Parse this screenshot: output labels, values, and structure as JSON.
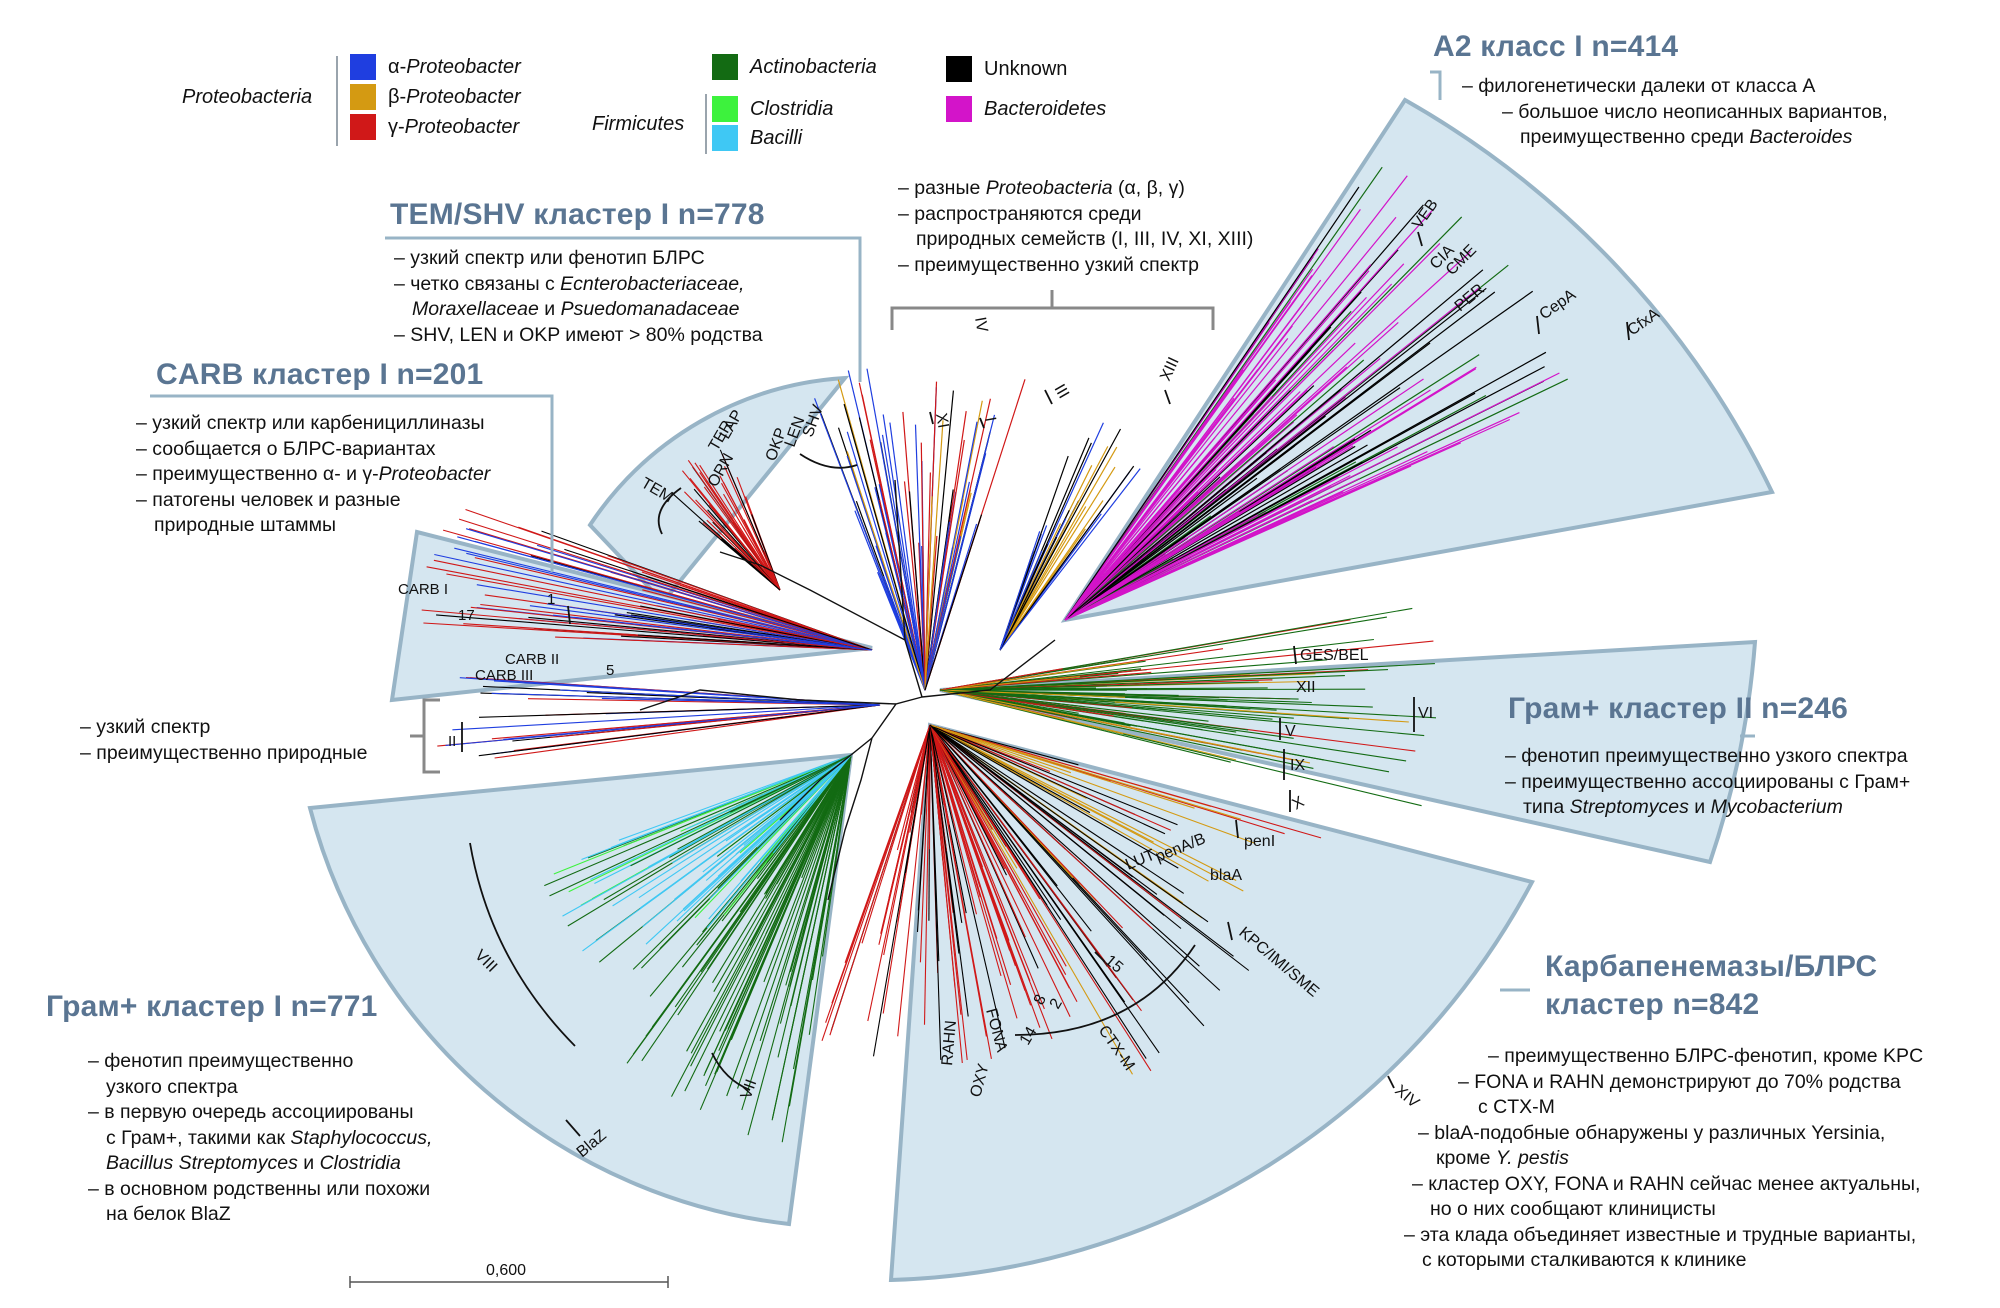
{
  "legend": {
    "groups": {
      "proteobacteria": "Proteobacteria",
      "firmicutes": "Firmicutes"
    },
    "items": [
      {
        "prefix": "α-",
        "label": "Proteobacter",
        "color": "#1f3ee0"
      },
      {
        "prefix": "β-",
        "label": "Proteobacter",
        "color": "#d49a12"
      },
      {
        "prefix": "γ-",
        "label": "Proteobacter",
        "color": "#d01818"
      },
      {
        "prefix": "",
        "label": "Actinobacteria",
        "color": "#136b13"
      },
      {
        "prefix": "",
        "label": "Clostridia",
        "color": "#3df23d"
      },
      {
        "prefix": "",
        "label": "Bacilli",
        "color": "#3fc8f4"
      },
      {
        "prefix": "",
        "label": "Unknown",
        "color": "#000000"
      },
      {
        "prefix": "",
        "label": "Bacteroidetes",
        "color": "#d314c9"
      }
    ]
  },
  "clusters": {
    "a2": {
      "title": "A2 класс I n=414",
      "notes": [
        "– филогенетически далеки от класса A",
        "– большое число неописанных вариантов,",
        "преимущественно среди Bacteroides"
      ]
    },
    "tem_shv": {
      "title": "TEM/SHV кластер I n=778",
      "notes": [
        "– узкий спектр или фенотип БЛРС",
        "– четко связаны с Ecnterobacteriaceae,",
        "Moraxellaceae и Psuedomanadaceae",
        "– SHV, LEN и OKP имеют > 80% родства"
      ]
    },
    "carb": {
      "title": "CARB кластер I n=201",
      "notes": [
        "– узкий спектр или карбенициллиназы",
        "– сообщается о БЛРС-вариантах",
        "– преимущественно α- и γ-Proteobacter",
        "– патогены человек и разные",
        "природные штаммы"
      ]
    },
    "top": {
      "notes": [
        "– разные Proteobacteria (α, β, γ)",
        "– распространяются среди",
        "природных семейств (I, III, IV, XI, XIII)",
        "– преимущественно узкий спектр"
      ]
    },
    "left_small": {
      "notes": [
        "– узкий спектр",
        "– преимущественно природные"
      ]
    },
    "gram2": {
      "title": "Грам+ кластер II n=246",
      "notes": [
        "– фенотип преимущественно узкого спектра",
        "– преимущественно ассоциированы с Грам+",
        "типа Streptomyces и Mycobacterium"
      ]
    },
    "gram1": {
      "title": "Грам+ кластер I n=771",
      "notes": [
        "– фенотип преимущественно",
        "узкого спектра",
        "– в первую очередь ассоциированы",
        "с Грам+, такими как Staphylococcus,",
        "Bacillus Streptomyces и Clostridia",
        "– в основном родственны или похожи",
        "на белок BlaZ"
      ]
    },
    "carbapenem": {
      "title_line1": "Карбапенемазы/БЛРС",
      "title_line2": "кластер n=842",
      "notes": [
        "– преимущественно БЛРС-фенотип, кроме KPC",
        "– FONA и RAHN демонстрируют до 70% родства",
        "с CTX-M",
        "– blaA-подобные обнаружены у различных Yersinia,",
        "кроме Y. pestis",
        "– кластер OXY, FONA и RAHN сейчас менее актуальны,",
        "но о них сообщают клиницисты",
        "– эта клада объединяет известные и трудные варианты,",
        "с которыми сталкиваются к клинике"
      ]
    }
  },
  "tree_labels": {
    "IV": "IV",
    "XI": "XI",
    "I": "I",
    "III": "III",
    "XIII": "XIII",
    "VEB": "VEB",
    "CIA": "CIA",
    "CME": "CME",
    "PER": "PER",
    "CepA": "CepA",
    "CfxA": "CfxA",
    "SHV": "SHV",
    "LEN": "LEN",
    "OKP": "OKP",
    "LAP": "LAP",
    "TER": "TER",
    "ORN": "ORN",
    "TEM": "TEM",
    "CARB_I": "CARB I",
    "CARB_II": "CARB II",
    "CARB_III": "CARB III",
    "n1": "1",
    "n17": "17",
    "n5": "5",
    "II": "II",
    "GES_BEL": "GES/BEL",
    "XII": "XII",
    "VI": "VI",
    "V": "V",
    "IX": "IX",
    "X": "X",
    "penI": "penI",
    "penAB": "penA/B",
    "blaA": "blaA",
    "LUT": "LUT",
    "KPC": "KPC/IMI/SME",
    "XIV": "XIV",
    "n15": "15",
    "n2": "2",
    "n8": "8",
    "n14": "14",
    "CTXM": "CTX-M",
    "FONA": "FONA",
    "RAHN": "RAHN",
    "OXY": "OXY",
    "VIII": "VIII",
    "VII": "VII",
    "BlaZ": "BlaZ"
  },
  "scale_bar": "0,600"
}
